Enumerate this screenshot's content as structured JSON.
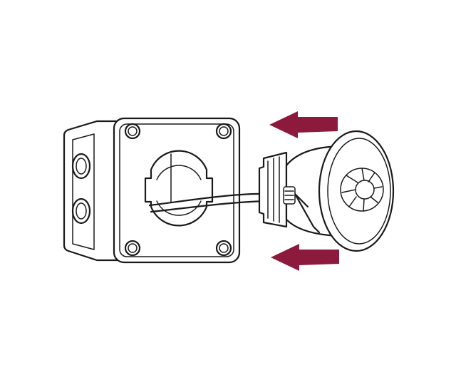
{
  "colors": {
    "background": "#ffffff",
    "line": "#1a1a1a",
    "arrow": "#8b1a3c"
  },
  "arrows": [
    {
      "direction": "left",
      "role": "push-sensor-into-box-top"
    },
    {
      "direction": "left",
      "role": "push-sensor-into-box-bottom"
    }
  ]
}
